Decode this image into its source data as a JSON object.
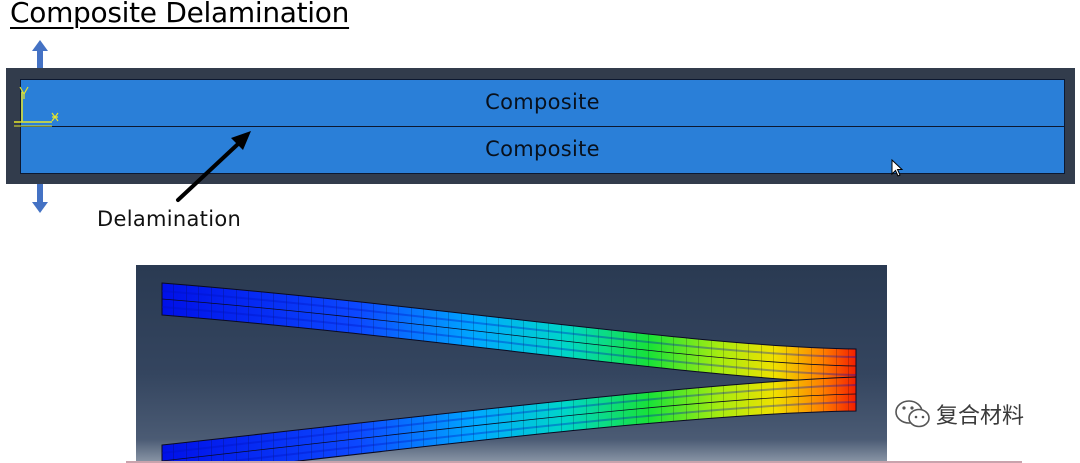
{
  "title": "Composite Delamination",
  "layers": {
    "top_label": "Composite",
    "bottom_label": "Composite"
  },
  "delamination_label": "Delamination",
  "watermark": {
    "text": "复合材料",
    "icon": "wechat-icon"
  },
  "colors": {
    "composite": "#2a7fd8",
    "frame": "#323c4c",
    "arrow": "#4472c4",
    "triad": "#e6e62a"
  },
  "icons": [
    "up-arrow-icon",
    "down-arrow-icon",
    "coordinate-triad-icon",
    "mouse-cursor-icon",
    "wechat-icon"
  ]
}
